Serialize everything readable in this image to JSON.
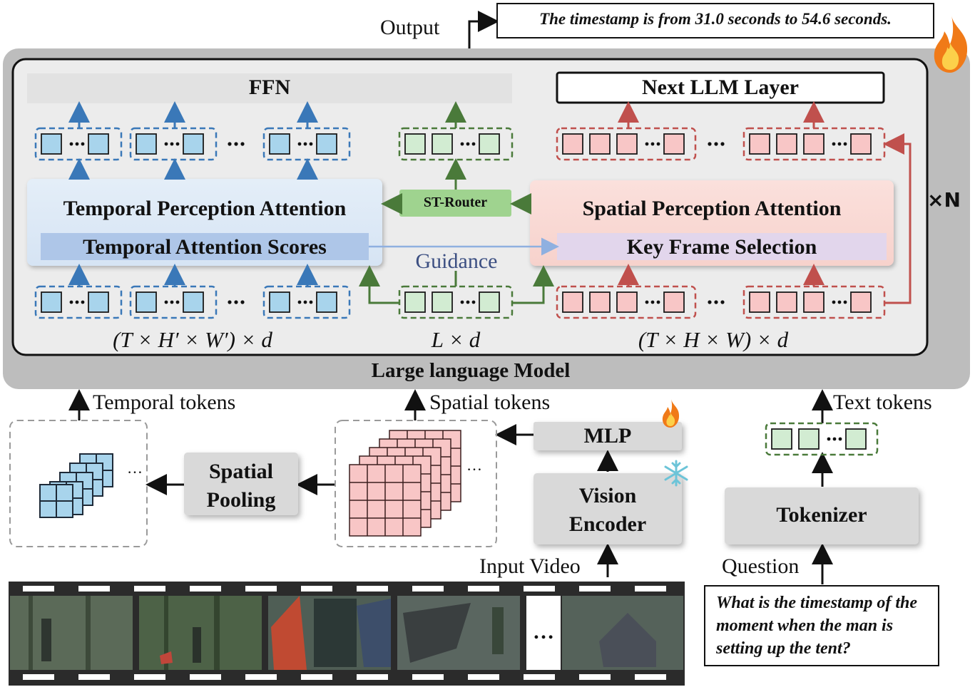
{
  "output": {
    "label": "Output",
    "text": "The timestamp is from 31.0 seconds to 54.6 seconds."
  },
  "llm": {
    "title": "Large language Model",
    "repeat": "×N",
    "ffn": "FFN",
    "next_layer": "Next LLM Layer",
    "temporal_attention": "Temporal Perception Attention",
    "temporal_scores": "Temporal Attention Scores",
    "spatial_attention": "Spatial Perception Attention",
    "key_frame": "Key Frame Selection",
    "router": "ST-Router",
    "guidance": "Guidance",
    "dim_temporal": "(T × H′ × W′) × d",
    "dim_text": "L × d",
    "dim_spatial": "(T × H × W) × d"
  },
  "inputs": {
    "temporal_tokens": "Temporal tokens",
    "spatial_tokens": "Spatial tokens",
    "text_tokens": "Text tokens",
    "spatial_pooling": "Spatial Pooling",
    "mlp": "MLP",
    "vision_encoder": "Vision Encoder",
    "tokenizer": "Tokenizer",
    "input_video": "Input Video",
    "question_label": "Question",
    "question_text": "What is the timestamp of the moment when the man is setting up the tent?"
  },
  "colors": {
    "temporal_token": "#a8d4ec",
    "temporal_border": "#3a78b8",
    "text_token": "#d2ecd2",
    "text_border": "#4a7a3a",
    "spatial_token": "#f8c6c6",
    "spatial_border": "#c0504d",
    "guidance": "#8fb0e0"
  },
  "icons": [
    "fire-icon",
    "snowflake-icon",
    "film-strip-icon"
  ]
}
